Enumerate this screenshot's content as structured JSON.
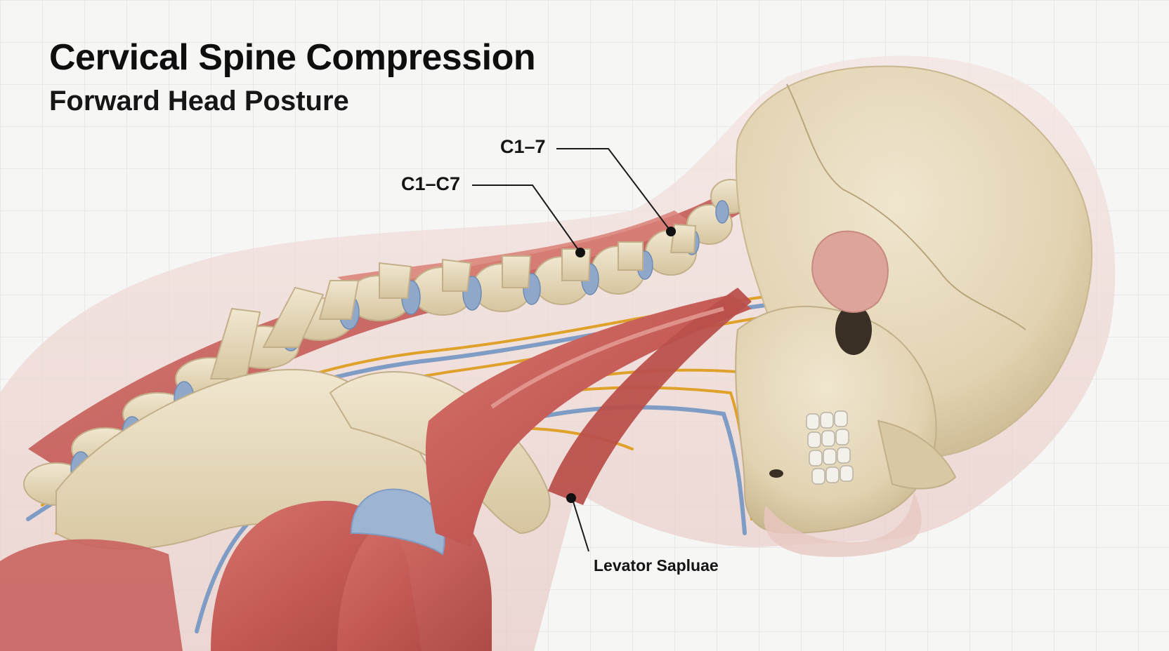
{
  "title": "Cervical Spine Compression",
  "subtitle": "Forward Head Posture",
  "labels": {
    "c1_7": "C1–7",
    "c1_c7": "C1–C7",
    "levator": "Levator Sapluae"
  },
  "colors": {
    "background": "#f6f6f5",
    "grid": "#e6e6e6",
    "bone": "#e9dcc0",
    "bone_shadow": "#cdbd9a",
    "muscle": "#c9635f",
    "muscle_light": "#e49a92",
    "disc": "#8fa8c9",
    "nerve": "#e0a12a",
    "skin": "#efd6d2",
    "ear": "#dca49a",
    "leader_line": "#1a1a1a"
  }
}
